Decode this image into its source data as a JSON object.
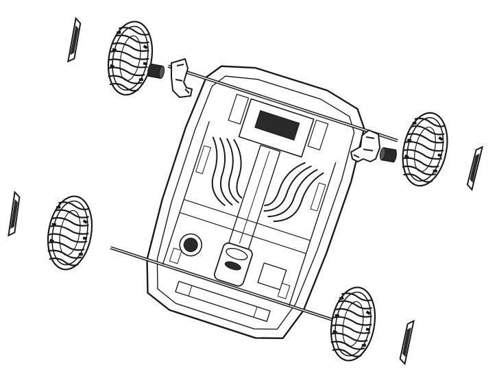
{
  "diagram": {
    "kind": "exploded-assembly",
    "colors": {
      "background": "#ffffff",
      "line": "#1a1a1a",
      "fill": "#ffffff",
      "dark": "#2a2a2a"
    },
    "parts": [
      {
        "name": "chassis-body",
        "icon": "ride-on-car-chassis"
      },
      {
        "name": "wheel-front-left",
        "icon": "tire"
      },
      {
        "name": "wheel-front-right",
        "icon": "tire"
      },
      {
        "name": "wheel-rear-left",
        "icon": "tire"
      },
      {
        "name": "wheel-rear-right",
        "icon": "tire"
      },
      {
        "name": "hubcap",
        "icon": "hubcap",
        "count": 4
      },
      {
        "name": "bushing",
        "icon": "bushing",
        "count": 2
      },
      {
        "name": "steering-knuckle",
        "icon": "bracket",
        "count": 2
      }
    ]
  }
}
